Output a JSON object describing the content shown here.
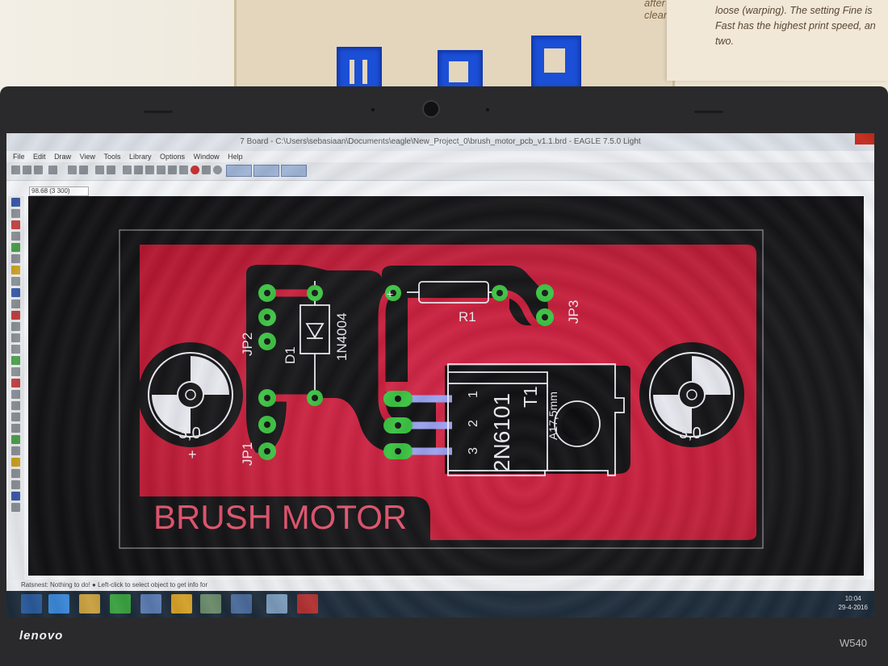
{
  "photo": {
    "sign_top": "after cleaning",
    "sign_lines": [
      "loose (warping). The setting Fine is",
      "Fast has the highest print speed, an",
      "two."
    ],
    "brand": "lenovo",
    "model": "W540"
  },
  "window": {
    "title": "7 Board - C:\\Users\\sebasiaan\\Documents\\eagle\\New_Project_0\\brush_motor_pcb_v1.1.brd - EAGLE 7.5.0 Light",
    "menus": [
      "File",
      "Edit",
      "Draw",
      "View",
      "Tools",
      "Library",
      "Options",
      "Window",
      "Help"
    ],
    "coordinate": "98.68 (3 300)",
    "status_text": "Ratsnest: Nothing to do!   ● Left-click to select object to get info for",
    "clock_time": "10:04",
    "clock_date": "29-4-2016"
  },
  "pcb": {
    "board_text": "BRUSH MOTOR",
    "labels": {
      "jp1": "JP1",
      "jp2": "JP2",
      "jp3": "JP3",
      "d1": "D1",
      "diode_value": "1N4004",
      "r1": "R1",
      "t1": "T1",
      "t1_value": "2N6101",
      "heatsink": "A17,5mm",
      "pin1": "1",
      "pin2": "2",
      "pin3": "3",
      "mount_left": "3,0",
      "mount_right": "3,0",
      "plus_left": "+",
      "plus_r1": "+"
    }
  },
  "colors": {
    "copper_top": "#d01c3c",
    "board_bg": "#121214",
    "pad": "#39c23f",
    "silkscreen": "#ecebf2",
    "text_red": "#e0506a",
    "trace_blue": "#9aa0ee"
  }
}
